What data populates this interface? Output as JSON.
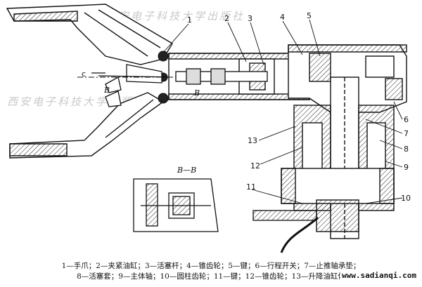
{
  "watermark": {
    "line_top": "西安电子科技大学出版社",
    "line_bottom": "西安电子科技大学出版社"
  },
  "section_label": "B—B",
  "markers": {
    "c": "c",
    "b1": "B",
    "b2": "B"
  },
  "callouts": [
    "1",
    "2",
    "3",
    "4",
    "5",
    "6",
    "7",
    "8",
    "9",
    "10",
    "11",
    "12",
    "13"
  ],
  "caption": {
    "line1": "1—手爪；2—夹紧油缸；3—活塞杆；4—锥齿轮；5—键；6—行程开关；7—止推轴承垫；",
    "line2": "8—活塞套；9—主体轴；10—圆柱齿轮；11—键；12—锥齿轮；13—升降油缸体"
  },
  "site": "www.sadianqi.com"
}
